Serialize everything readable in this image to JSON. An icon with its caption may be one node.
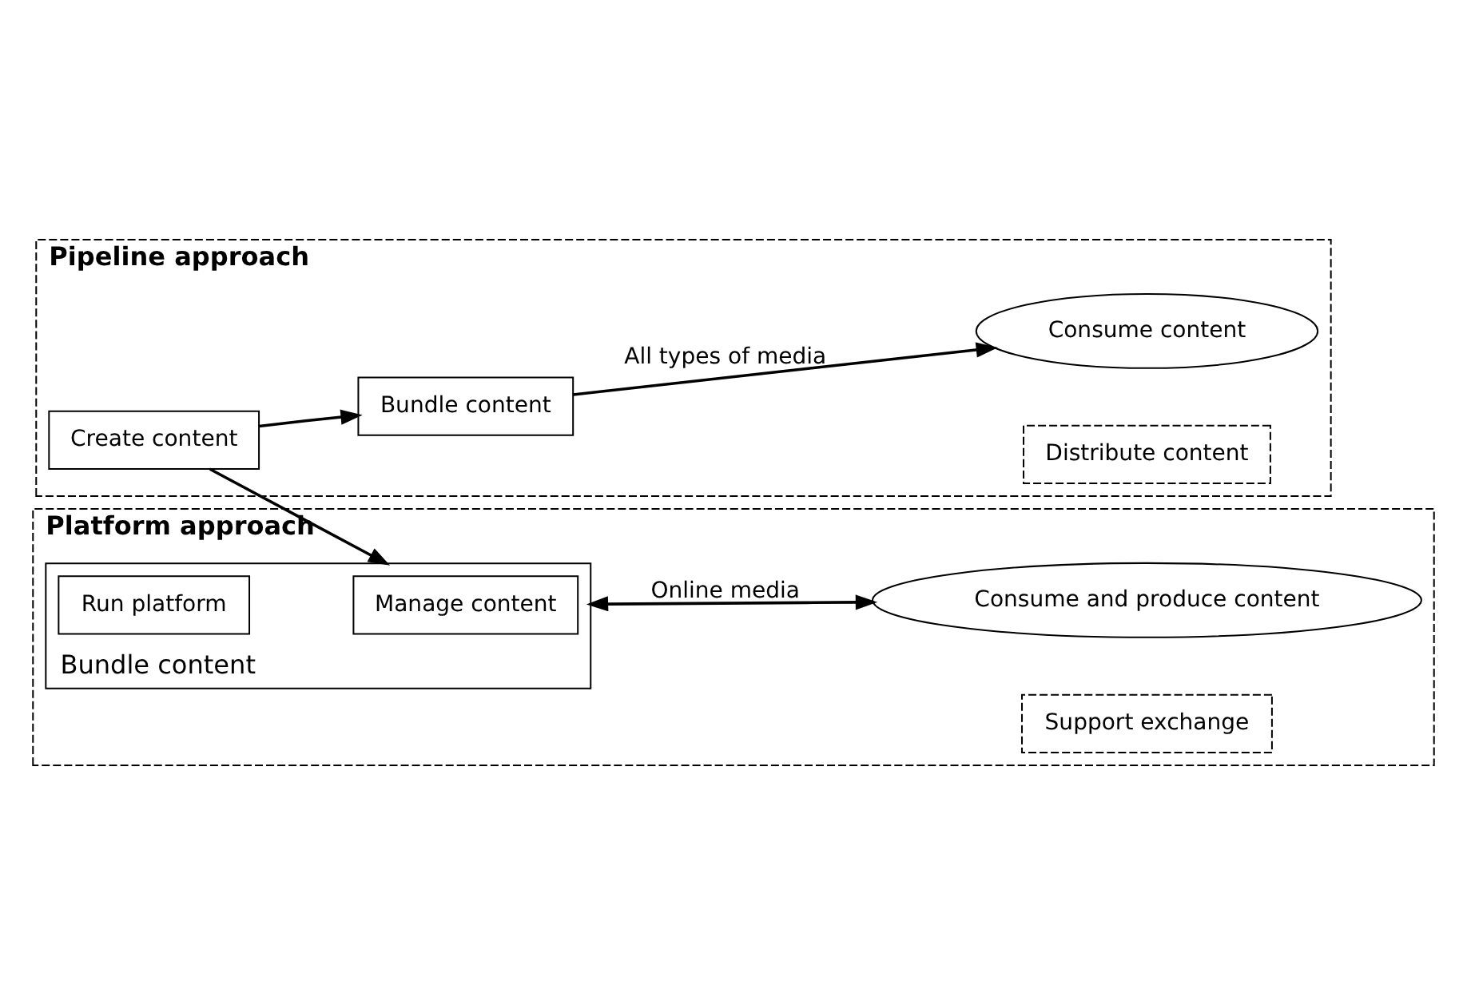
{
  "diagram": {
    "nodes": [
      {
        "text": [
          "Pipeline approach"
        ]
      },
      {
        "text": [
          "Create content"
        ],
        "in": 0
      },
      {
        "text": [
          "Bundle content"
        ],
        "in": 0
      },
      {
        "text": [
          "Consume content"
        ],
        "in": 0
      },
      {
        "text": [
          "Distribute content"
        ],
        "in": 0
      },
      {
        "text": [
          "Platform approach"
        ]
      },
      {
        "text": [
          "Bundle content"
        ],
        "in": 5
      },
      {
        "text": [
          "Manage content"
        ],
        "in": 6
      },
      {
        "text": [
          "Run platform"
        ],
        "in": 6
      },
      {
        "text": [
          "Consume and produce content"
        ],
        "in": 5
      },
      {
        "text": [
          "Support exchange"
        ],
        "in": 5
      }
    ],
    "edges": [
      {
        "from": 1,
        "to": 2,
        "arrow": "to"
      },
      {
        "from": 2,
        "to": 3,
        "arrow": "to",
        "label": "All types of media"
      },
      {
        "from": 1,
        "to": 6,
        "arrow": "to"
      },
      {
        "from": 6,
        "to": 9,
        "arrow": "both",
        "label": "Online media"
      }
    ]
  }
}
